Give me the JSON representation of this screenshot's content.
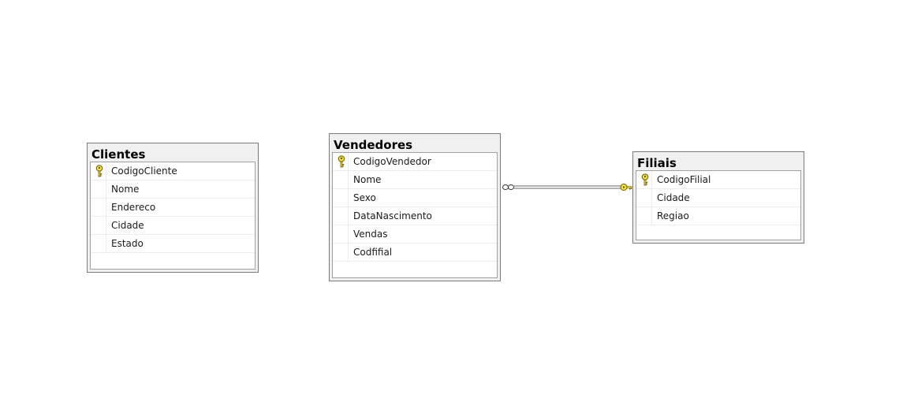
{
  "tables": {
    "clientes": {
      "title": "Clientes",
      "columns": [
        {
          "name": "CodigoCliente",
          "primary_key": true
        },
        {
          "name": "Nome",
          "primary_key": false
        },
        {
          "name": "Endereco",
          "primary_key": false
        },
        {
          "name": "Cidade",
          "primary_key": false
        },
        {
          "name": "Estado",
          "primary_key": false
        }
      ]
    },
    "vendedores": {
      "title": "Vendedores",
      "columns": [
        {
          "name": "CodigoVendedor",
          "primary_key": true
        },
        {
          "name": "Nome",
          "primary_key": false
        },
        {
          "name": "Sexo",
          "primary_key": false
        },
        {
          "name": "DataNascimento",
          "primary_key": false
        },
        {
          "name": "Vendas",
          "primary_key": false
        },
        {
          "name": "Codfifial",
          "primary_key": false
        }
      ]
    },
    "filiais": {
      "title": "Filiais",
      "columns": [
        {
          "name": "CodigoFilial",
          "primary_key": true
        },
        {
          "name": "Cidade",
          "primary_key": false
        },
        {
          "name": "Regiao",
          "primary_key": false
        }
      ]
    }
  },
  "relationships": [
    {
      "from": "vendedores",
      "to": "filiais",
      "from_end": "many",
      "to_end": "one-key"
    }
  ],
  "colors": {
    "key_fill": "#f5e33a",
    "key_stroke": "#6b5a00",
    "relationship_line": "#6a6a6a"
  }
}
